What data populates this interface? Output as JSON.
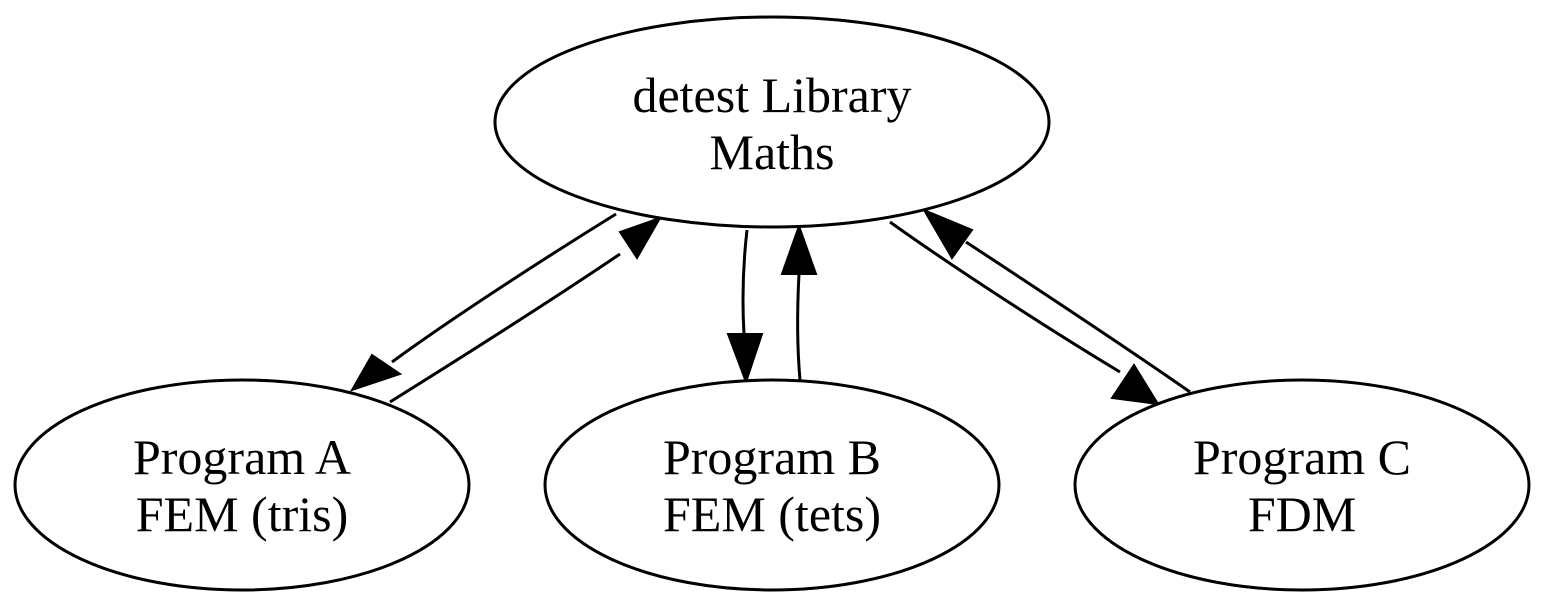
{
  "nodes": {
    "library": {
      "line1": "detest Library",
      "line2": "Maths"
    },
    "program_a": {
      "line1": "Program A",
      "line2": "FEM (tris)"
    },
    "program_b": {
      "line1": "Program B",
      "line2": "FEM (tets)"
    },
    "program_c": {
      "line1": "Program C",
      "line2": "FDM"
    }
  },
  "edges": [
    {
      "from": "library",
      "to": "program_a"
    },
    {
      "from": "program_a",
      "to": "library"
    },
    {
      "from": "library",
      "to": "program_b"
    },
    {
      "from": "program_b",
      "to": "library"
    },
    {
      "from": "library",
      "to": "program_c"
    },
    {
      "from": "program_c",
      "to": "library"
    }
  ]
}
